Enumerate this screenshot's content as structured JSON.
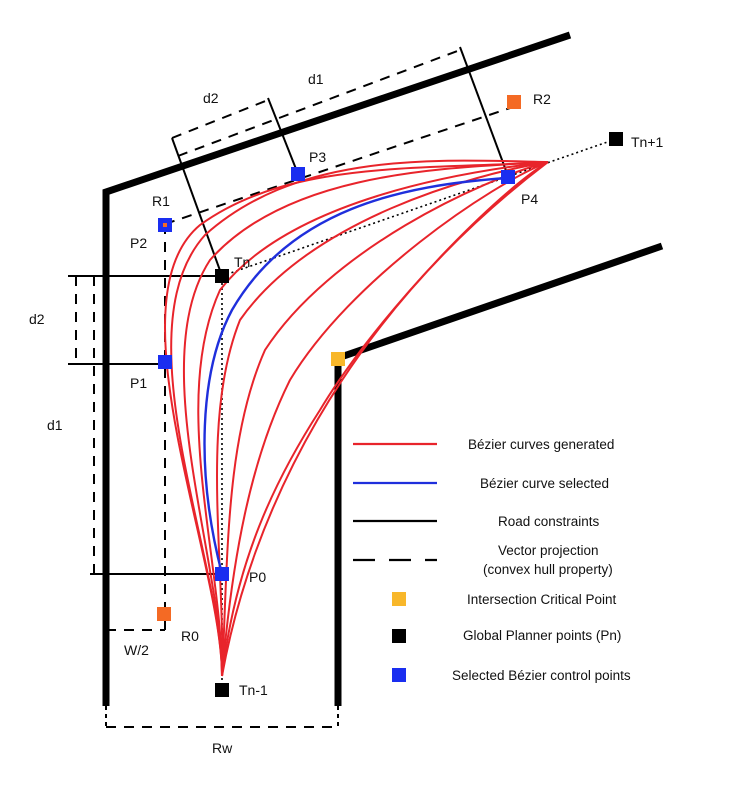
{
  "colors": {
    "red_curve": "#e8242b",
    "blue_curve": "#1f2fdc",
    "road": "#000000",
    "control_point": "#1a2ef0",
    "planner_point": "#000000",
    "critical_point": "#f8b72a",
    "region_point": "#f46a24"
  },
  "points": {
    "R1": "R1",
    "R2": "R2",
    "R0": "R0",
    "P0": "P0",
    "P1": "P1",
    "P2": "P2",
    "P3": "P3",
    "P4": "P4",
    "Tn": "Tn",
    "Tn_minus_1": "Tn-1",
    "Tn_plus_1": "Tn+1"
  },
  "dimensions": {
    "d1_top": "d1",
    "d2_top": "d2",
    "d1_left": "d1",
    "d2_left": "d2",
    "half_width": "W/2",
    "road_width": "Rw"
  },
  "legend": [
    {
      "key": "red_curves",
      "label": "Bézier curves generated",
      "symbol": "solid-line",
      "color": "#e8242b"
    },
    {
      "key": "blue_curve",
      "label": "Bézier curve selected",
      "symbol": "solid-line",
      "color": "#1f2fdc"
    },
    {
      "key": "road",
      "label": "Road constraints",
      "symbol": "solid-line",
      "color": "#000000"
    },
    {
      "key": "projection",
      "label_line1": "Vector projection",
      "label_line2": "(convex hull property)",
      "symbol": "dashed-line",
      "color": "#000000"
    },
    {
      "key": "critical",
      "label": "Intersection Critical Point",
      "symbol": "square",
      "color": "#f8b72a"
    },
    {
      "key": "planner",
      "label": "Global Planner points (Pn)",
      "symbol": "square",
      "color": "#000000"
    },
    {
      "key": "control",
      "label": "Selected Bézier control points",
      "symbol": "square",
      "color": "#1a2ef0"
    }
  ]
}
